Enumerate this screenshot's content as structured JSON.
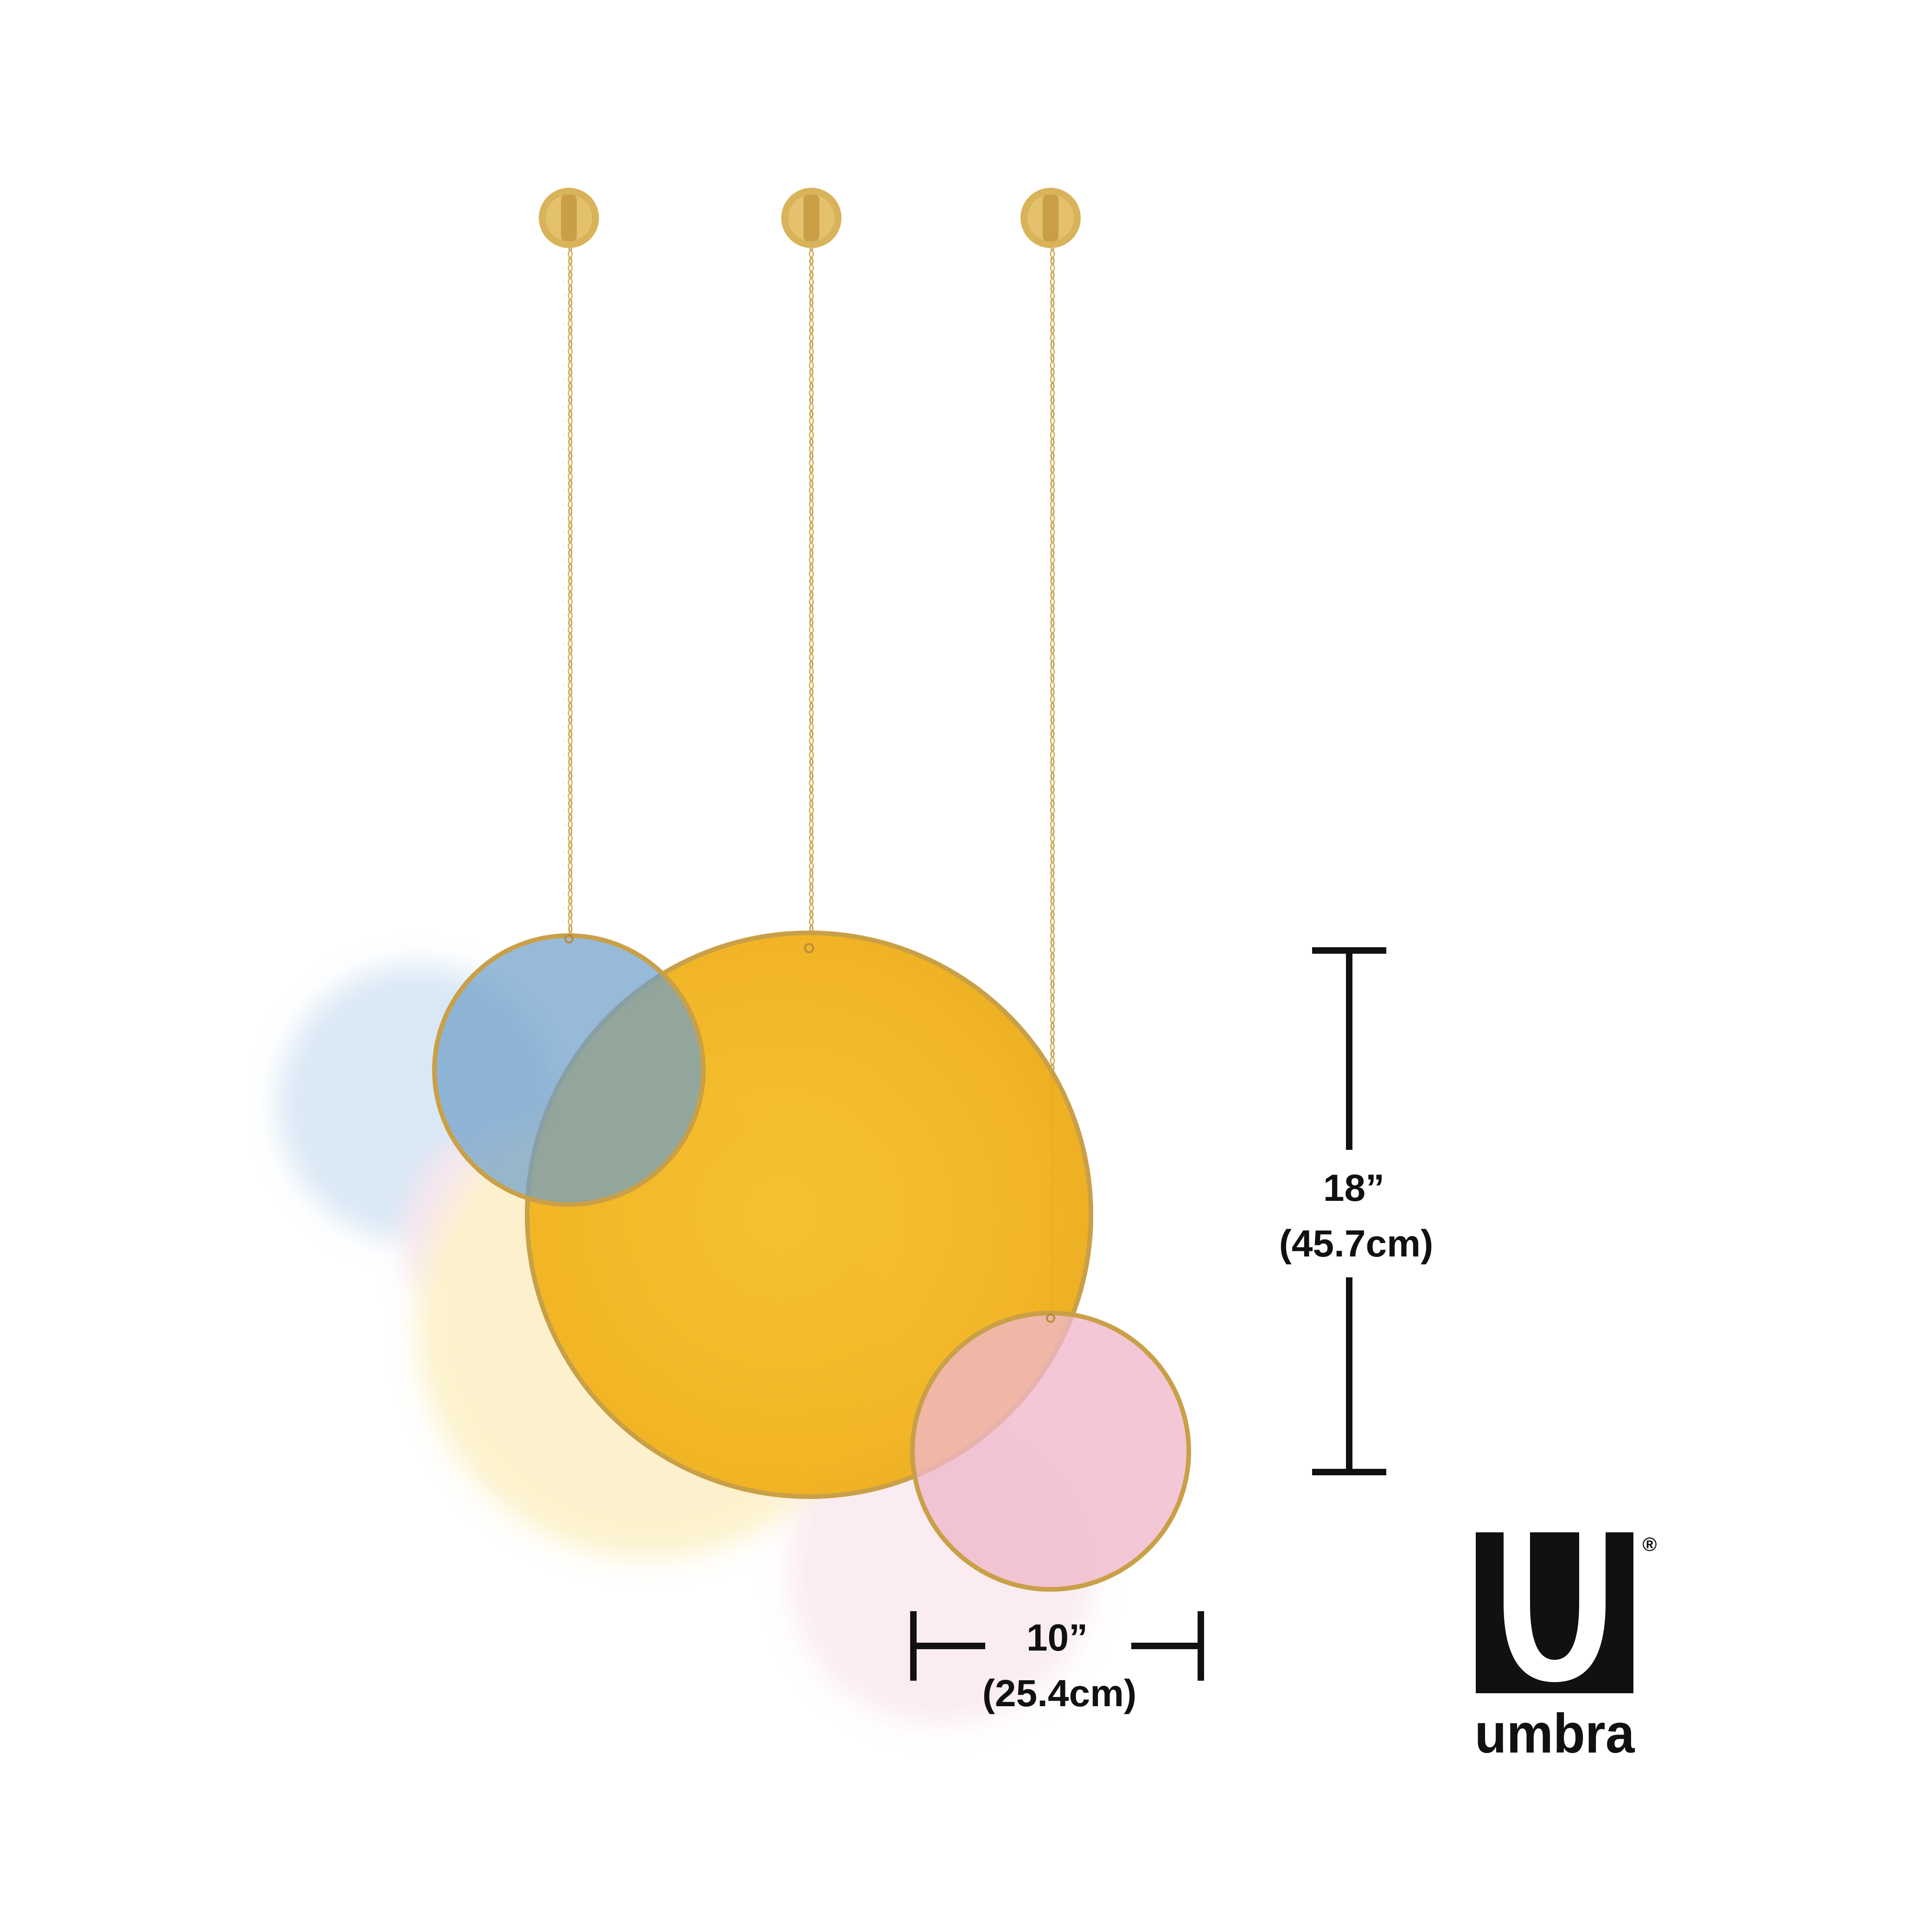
{
  "product": {
    "discs": [
      {
        "name": "blue",
        "color": "#6F9FC9"
      },
      {
        "name": "amber",
        "color": "#F2B51E"
      },
      {
        "name": "pink",
        "color": "#F0B7CB"
      }
    ],
    "frame_color": "#C9A048",
    "chain_color": "#D7B35C",
    "hook_color": "#D8B35A"
  },
  "dimensions": {
    "height": {
      "imperial": "18”",
      "metric": "(45.7cm)"
    },
    "width": {
      "imperial": "10”",
      "metric": "(25.4cm)"
    }
  },
  "brand": {
    "name": "umbra",
    "registered_mark": "®",
    "color": "#111111"
  }
}
